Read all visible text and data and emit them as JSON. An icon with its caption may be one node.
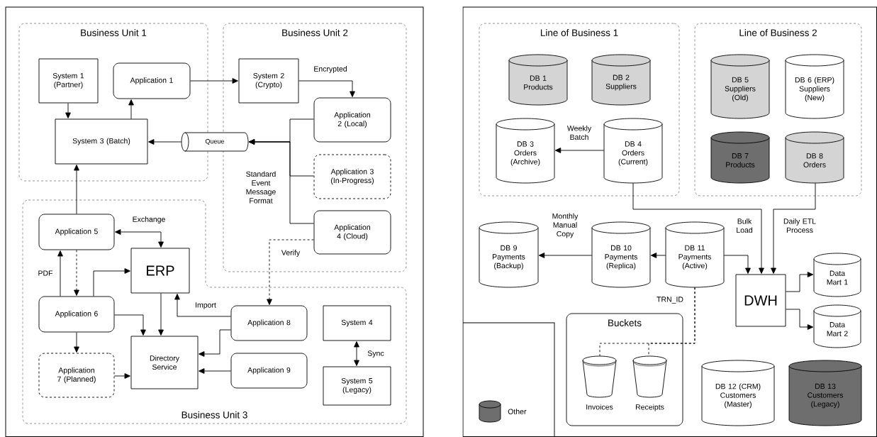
{
  "diagram": {
    "nodes": [
      {
        "text": [
          "Business Unit 1"
        ]
      },
      {
        "text": [
          "Business Unit 2"
        ]
      },
      {
        "text": [
          "Business Unit 3"
        ]
      },
      {
        "text": [
          "System 1 (Partner)"
        ],
        "in": 0
      },
      {
        "text": [
          "Application 1"
        ],
        "in": 0
      },
      {
        "text": [
          "System 3 (Batch)"
        ],
        "in": 0
      },
      {
        "text": [
          "Queue"
        ]
      },
      {
        "text": [
          "System 2 (Crypto)"
        ],
        "in": 1
      },
      {
        "text": [
          "Application 2 (Local)"
        ],
        "in": 1
      },
      {
        "text": [
          "Application 3 (In-Progress)"
        ],
        "in": 1
      },
      {
        "text": [
          "Application 4 (Cloud)"
        ],
        "in": 1
      },
      {
        "text": [
          "Application 5"
        ],
        "in": 2
      },
      {
        "text": [
          "ERP"
        ],
        "in": 2
      },
      {
        "text": [
          "Application 6"
        ],
        "in": 2
      },
      {
        "text": [
          "Directory Service"
        ],
        "in": 2
      },
      {
        "text": [
          "Application 7 (Planned)"
        ],
        "in": 2
      },
      {
        "text": [
          "Application 8"
        ],
        "in": 2
      },
      {
        "text": [
          "Application 9"
        ],
        "in": 2
      },
      {
        "text": [
          "System 4"
        ],
        "in": 2
      },
      {
        "text": [
          "System 5 (Legacy)"
        ],
        "in": 2
      },
      {
        "text": [
          "Line of Business 1"
        ]
      },
      {
        "text": [
          "Line of Business 2"
        ]
      },
      {
        "text": [
          "DB 1 Products"
        ],
        "in": 20
      },
      {
        "text": [
          "DB 2 Suppliers"
        ],
        "in": 20
      },
      {
        "text": [
          "DB 3 Orders (Archive)"
        ],
        "in": 20
      },
      {
        "text": [
          "DB 4 Orders (Current)"
        ],
        "in": 20
      },
      {
        "text": [
          "DB 5 Suppliers (Old)"
        ],
        "in": 21
      },
      {
        "text": [
          "DB 6 (ERP) Suppliers (New)"
        ],
        "in": 21
      },
      {
        "text": [
          "DB 7 Products"
        ],
        "in": 21
      },
      {
        "text": [
          "DB 8 Orders"
        ],
        "in": 21
      },
      {
        "text": [
          "DB 9 Payments (Backup)"
        ]
      },
      {
        "text": [
          "DB 10 Payments (Replica)"
        ]
      },
      {
        "text": [
          "DB 11 Payments (Active)"
        ]
      },
      {
        "text": [
          "DWH"
        ]
      },
      {
        "text": [
          "Data Mart 1"
        ]
      },
      {
        "text": [
          "Data Mart 2"
        ]
      },
      {
        "text": [
          "Buckets"
        ]
      },
      {
        "text": [
          "Invoices"
        ],
        "in": 36
      },
      {
        "text": [
          "Receipts"
        ],
        "in": 36
      },
      {
        "text": [
          "DB 12 (CRM) Customers (Master)"
        ]
      },
      {
        "text": [
          "DB 13 Customers (Legacy)"
        ]
      }
    ],
    "edges": [
      {
        "from": 3,
        "to": 5,
        "arrow": "to"
      },
      {
        "from": 5,
        "to": 4,
        "arrow": "to"
      },
      {
        "from": 4,
        "to": 7,
        "arrow": "to"
      },
      {
        "from": 7,
        "to": 8,
        "arrow": "to",
        "label": "Encrypted"
      },
      {
        "from": 6,
        "to": 5,
        "arrow": "to"
      },
      {
        "from": 8,
        "to": 6,
        "arrow": "to"
      },
      {
        "from": 9,
        "to": 6,
        "arrow": "to",
        "label": "Standard Event Message Format"
      },
      {
        "from": 10,
        "to": 6,
        "arrow": "to"
      },
      {
        "from": 11,
        "to": 12,
        "arrow": "both",
        "label": "Exchange"
      },
      {
        "from": 13,
        "to": 11,
        "arrow": "to",
        "label": "PDF"
      },
      {
        "from": 11,
        "to": 13,
        "arrow": "to",
        "style": "dashed"
      },
      {
        "from": 11,
        "to": 5,
        "arrow": "to"
      },
      {
        "from": 13,
        "to": 12,
        "arrow": "to"
      },
      {
        "from": 13,
        "to": 14,
        "arrow": "to"
      },
      {
        "from": 12,
        "to": 14,
        "arrow": "to"
      },
      {
        "from": 13,
        "to": 15,
        "arrow": "to"
      },
      {
        "from": 15,
        "to": 14,
        "arrow": "to"
      },
      {
        "from": 16,
        "to": 12,
        "arrow": "to",
        "label": "Import"
      },
      {
        "from": 16,
        "to": 14,
        "arrow": "to"
      },
      {
        "from": 17,
        "to": 14,
        "arrow": "to"
      },
      {
        "from": 10,
        "to": 16,
        "arrow": "to",
        "style": "dashed",
        "label": "Verify"
      },
      {
        "from": 18,
        "to": 19,
        "arrow": "both",
        "label": "Sync"
      },
      {
        "from": 25,
        "to": 24,
        "arrow": "to",
        "label": "Weekly Batch"
      },
      {
        "from": 25,
        "to": 33,
        "arrow": "to",
        "label": "Bulk Load"
      },
      {
        "from": 29,
        "to": 33,
        "arrow": "to",
        "label": "Daily ETL Process"
      },
      {
        "from": 32,
        "to": 33,
        "arrow": "to"
      },
      {
        "from": 32,
        "to": 31,
        "arrow": "to"
      },
      {
        "from": 31,
        "to": 30,
        "arrow": "to",
        "label": "Monthly Manual Copy"
      },
      {
        "from": 33,
        "to": 34,
        "arrow": "to"
      },
      {
        "from": 33,
        "to": 35,
        "arrow": "to"
      },
      {
        "from": 32,
        "to": 37,
        "arrow": "none",
        "style": "dashed",
        "label": "TRN_ID"
      },
      {
        "from": 32,
        "to": 38,
        "arrow": "none",
        "style": "dashed"
      }
    ],
    "legend": [
      {
        "text": "Other",
        "color": "#6e6e6e"
      }
    ]
  }
}
